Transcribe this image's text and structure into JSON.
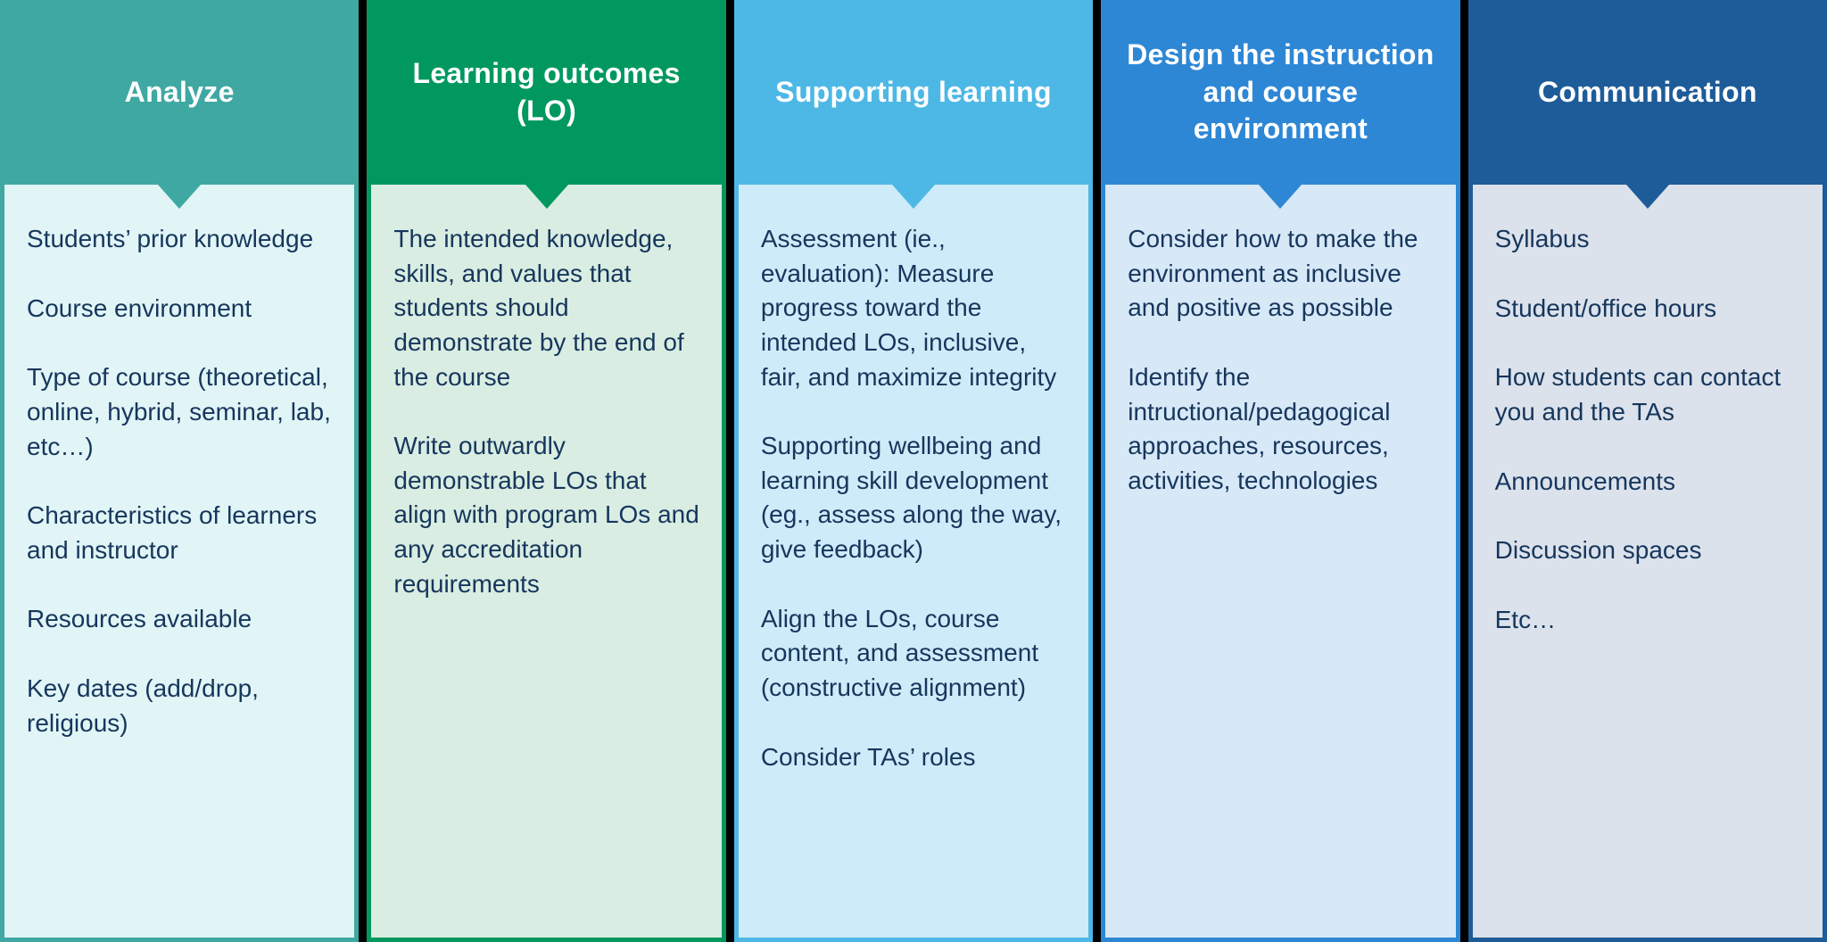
{
  "diagram": {
    "text_color": "#16365C",
    "background": "#000000",
    "columns": [
      {
        "title": "Analyze",
        "accent": "#3FA8A2",
        "body_bg": "#E1F5F7",
        "items": [
          "Students’ prior knowledge",
          "Course environment",
          "Type of course (theoretical, online, hybrid, seminar, lab, etc…)",
          "Characteristics of learners and instructor",
          "Resources available",
          "Key dates (add/drop, religious)"
        ]
      },
      {
        "title": "Learning outcomes (LO)",
        "accent": "#00985F",
        "body_bg": "#D9EDE2",
        "items": [
          "The intended knowledge, skills, and values that students should demonstrate by the end of the course",
          "Write outwardly demonstrable LOs that align with program LOs and any accreditation requirements"
        ]
      },
      {
        "title": "Supporting learning",
        "accent": "#4DB8E5",
        "body_bg": "#CEEBF9",
        "items": [
          "Assessment (ie., evaluation): Measure progress toward the intended LOs, inclusive, fair, and maximize integrity",
          "Supporting wellbeing and learning skill development (eg., assess along the way, give feedback)",
          "Align the LOs, course content, and assessment (constructive alignment)",
          "Consider TAs’ roles"
        ]
      },
      {
        "title": "Design the instruction and course environment",
        "accent": "#2E87D5",
        "body_bg": "#D7E8F7",
        "items": [
          "Consider how to make the environment as inclusive and positive as possible",
          "Identify the intructional/pedagogical approaches, resources, activities, technologies"
        ]
      },
      {
        "title": "Communication",
        "accent": "#1E5C99",
        "body_bg": "#DBE2EC",
        "items": [
          "Syllabus",
          "Student/office hours",
          "How students can contact you and the TAs",
          "Announcements",
          "Discussion spaces",
          "Etc…"
        ]
      }
    ]
  }
}
